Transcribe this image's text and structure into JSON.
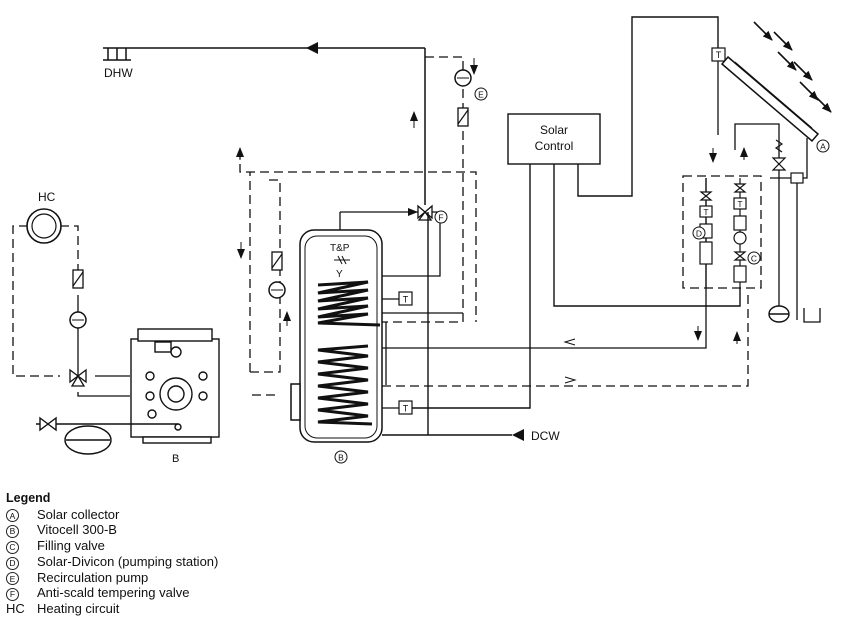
{
  "labels": {
    "dhw": "DHW",
    "hc": "HC",
    "boiler": "B",
    "solar_control_line1": "Solar",
    "solar_control_line2": "Control",
    "tp": "T&P",
    "dcw": "DCW",
    "sensor": "T",
    "markers": {
      "a": "A",
      "b": "B",
      "c": "C",
      "d": "D",
      "e": "E",
      "f": "F"
    }
  },
  "legend": {
    "title": "Legend",
    "items": [
      {
        "key": "A",
        "text": "Solar collector"
      },
      {
        "key": "B",
        "text": "Vitocell 300-B"
      },
      {
        "key": "C",
        "text": "Filling valve"
      },
      {
        "key": "D",
        "text": "Solar-Divicon (pumping station)"
      },
      {
        "key": "E",
        "text": "Recirculation pump"
      },
      {
        "key": "F",
        "text": "Anti-scald tempering valve"
      },
      {
        "key": "HC",
        "text": "Heating circuit"
      }
    ]
  }
}
